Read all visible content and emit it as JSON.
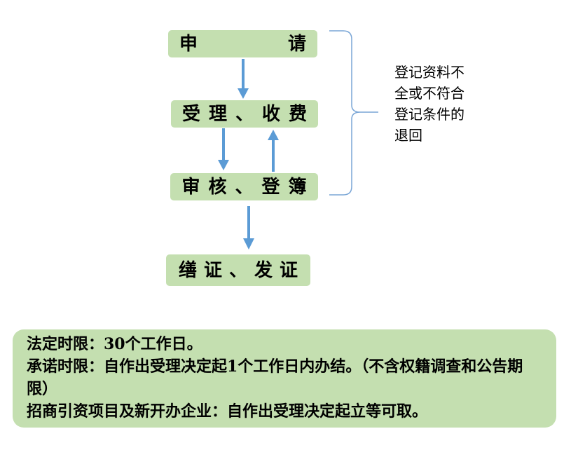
{
  "flow": {
    "apply": [
      "申",
      "请"
    ],
    "accept": "受理、收费",
    "review": "审核、登簿",
    "issue": "缮证、发证"
  },
  "side_note": "登记资料不全或不符合登记条件的退回",
  "info": {
    "legal_limit": "法定时限：30个工作日。",
    "promised_limit": "承诺时限：自作出受理决定起1个工作日内办结。（不含权籍调查和公告期限）",
    "investment_projects": "招商引资项目及新开办企业：自作出受理决定起立等可取。"
  },
  "colors": {
    "box_fill": "#c4dfb0",
    "arrow": "#5b9bd5",
    "brace": "#7aa6d6"
  }
}
